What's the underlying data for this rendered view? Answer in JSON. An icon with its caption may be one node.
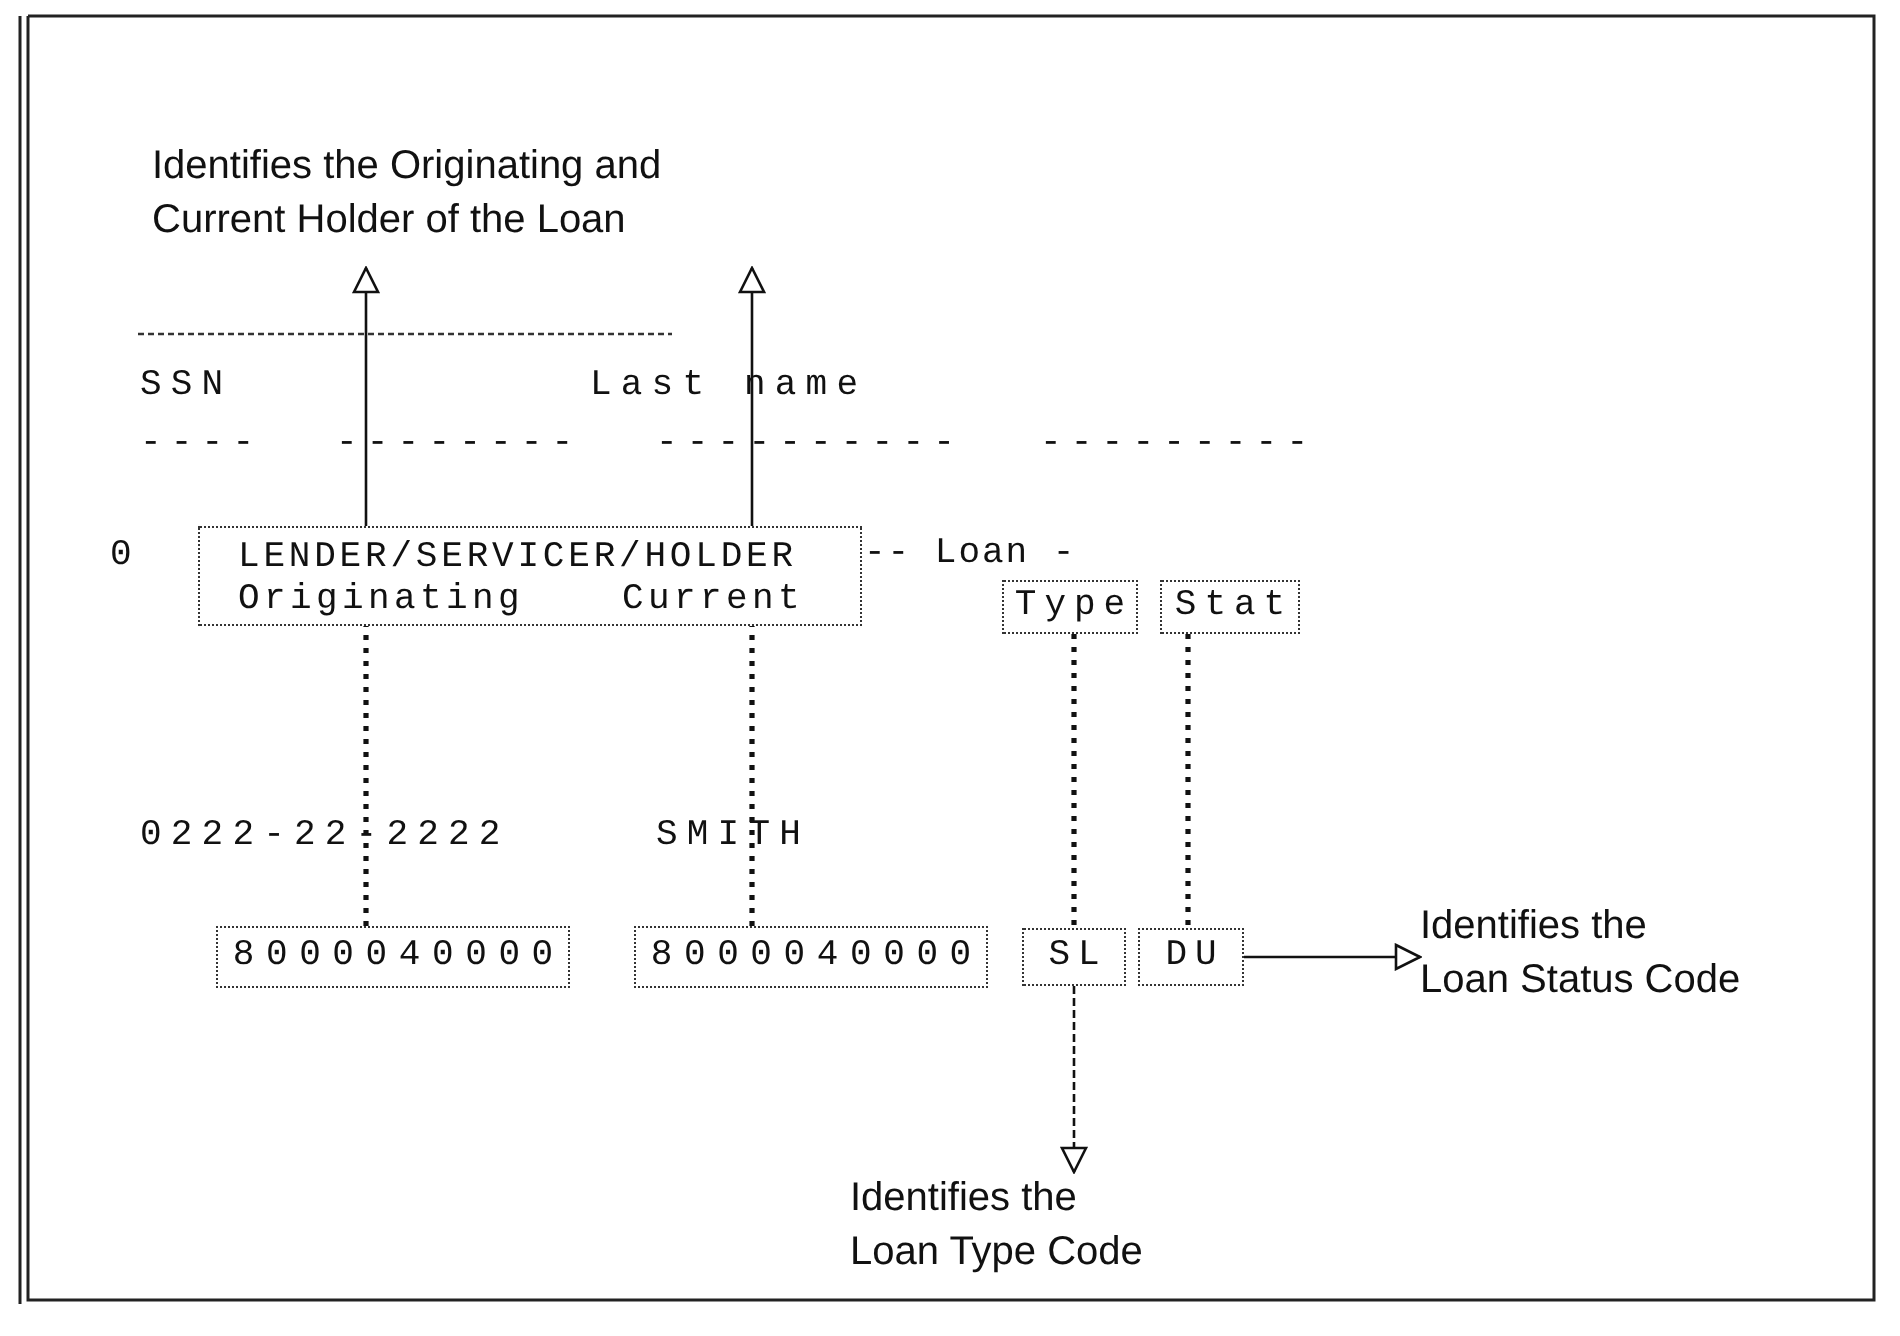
{
  "diagram": {
    "nodes": [
      {
        "text": [
          "Identifies the Originating and Current Holder of the Loan"
        ]
      },
      {
        "text": [
          "LENDER/SERVICER/HOLDER",
          "Originating",
          "Current"
        ]
      },
      {
        "text": [
          "Type"
        ]
      },
      {
        "text": [
          "Stat"
        ]
      },
      {
        "text": [
          "8000040000"
        ]
      },
      {
        "text": [
          "8000040000"
        ]
      },
      {
        "text": [
          "SL"
        ]
      },
      {
        "text": [
          "DU"
        ]
      },
      {
        "text": [
          "Identifies the Loan Type Code"
        ]
      },
      {
        "text": [
          "Identifies the Loan Status Code"
        ]
      }
    ],
    "edges": [
      {
        "from": 1,
        "to": 0,
        "arrow": "to"
      },
      {
        "from": 1,
        "to": 0,
        "arrow": "to"
      },
      {
        "from": 4,
        "to": 1,
        "arrow": "none",
        "style": "dashed"
      },
      {
        "from": 5,
        "to": 1,
        "arrow": "none",
        "style": "dashed"
      },
      {
        "from": 2,
        "to": 6,
        "arrow": "none",
        "style": "dashed"
      },
      {
        "from": 3,
        "to": 7,
        "arrow": "none",
        "style": "dashed"
      },
      {
        "from": 6,
        "to": 8,
        "arrow": "to",
        "style": "dashed"
      },
      {
        "from": 7,
        "to": 9,
        "arrow": "to"
      }
    ],
    "labels": [
      "SSN",
      "Last name",
      "----",
      "--------",
      "----------",
      "---------",
      "0",
      "-- Loan -",
      "0222-22-2222",
      "SMITH"
    ]
  }
}
